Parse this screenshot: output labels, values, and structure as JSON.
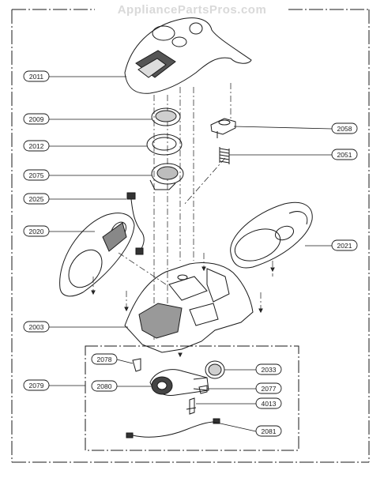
{
  "watermark": "AppliancePartsPros.com",
  "callouts": {
    "c2011": "2011",
    "c2009": "2009",
    "c2012": "2012",
    "c2075": "2075",
    "c2025": "2025",
    "c2020": "2020",
    "c2003": "2003",
    "c2078": "2078",
    "c2079": "2079",
    "c2080": "2080",
    "c2058": "2058",
    "c2051": "2051",
    "c2021": "2021",
    "c2033": "2033",
    "c2077": "2077",
    "c4013": "4013",
    "c2081": "2081"
  },
  "colors": {
    "ink": "#1a1a1a",
    "label_fill": "#ffffff",
    "watermark": "#d9d9d9"
  }
}
